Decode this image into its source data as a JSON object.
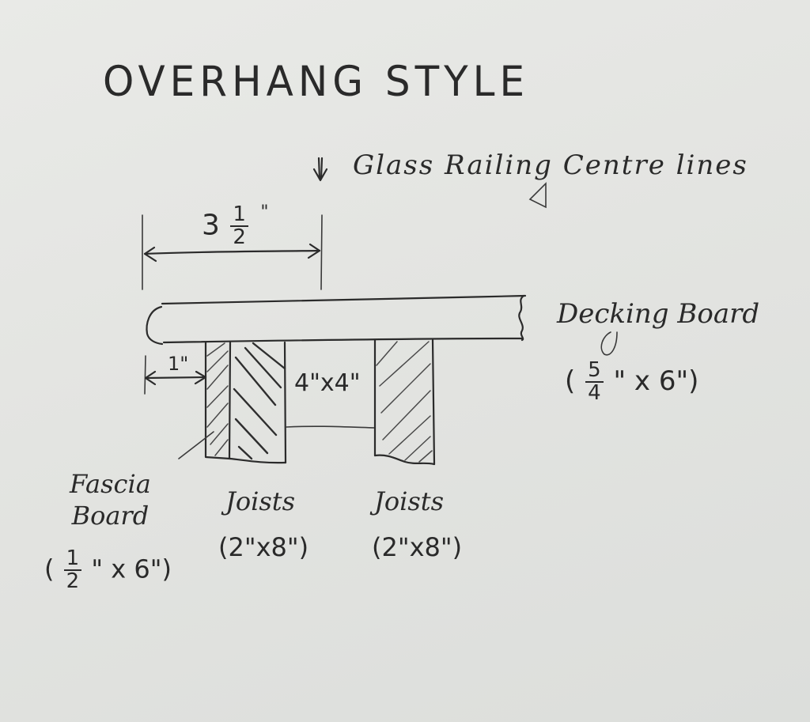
{
  "diagram": {
    "title": "OVERHANG STYLE",
    "colors": {
      "paper": "#e4e5e2",
      "ink": "#2b2b2b"
    },
    "railing": {
      "icon": "down-arrow-icon",
      "label": "Glass Railing Centre lines"
    },
    "dimensions": {
      "railing_offset": {
        "whole": "3",
        "numerator": "1",
        "denominator": "2",
        "unit": "\""
      },
      "overhang": {
        "value": "1",
        "unit": "\""
      }
    },
    "decking_board": {
      "label": "Decking Board",
      "size_open": "(",
      "size_numerator": "5",
      "size_denominator": "4",
      "size_rest": "\" x 6\")"
    },
    "post": {
      "label": "4\"x4\""
    },
    "fascia_board": {
      "label_line1": "Fascia",
      "label_line2": "Board",
      "size_open": "(",
      "size_numerator": "1",
      "size_denominator": "2",
      "size_rest": "\" x 6\")"
    },
    "joists": [
      {
        "label": "Joists",
        "size": "(2\"x8\")"
      },
      {
        "label": "Joists",
        "size": "(2\"x8\")"
      }
    ]
  }
}
